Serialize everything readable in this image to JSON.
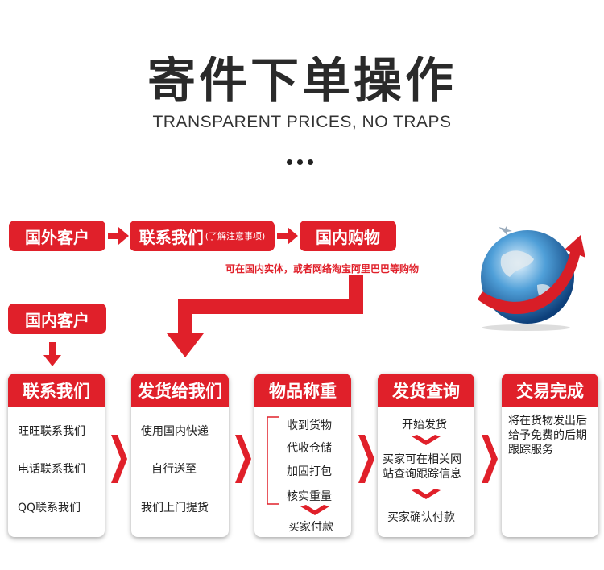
{
  "header": {
    "title": "寄件下单操作",
    "subtitle": "TRANSPARENT PRICES, NO TRAPS"
  },
  "top_flow": {
    "step1": "国外客户",
    "step2": "联系我们",
    "step2_note": "(了解注意事项)",
    "step3": "国内购物",
    "step3_note": "可在国内实体，或者网络淘宝阿里巴巴等购物",
    "domestic": "国内客户"
  },
  "cards": [
    {
      "title": "联系我们",
      "items": [
        "旺旺联系我们",
        "电话联系我们",
        "QQ联系我们"
      ]
    },
    {
      "title": "发货给我们",
      "items": [
        "使用国内快递",
        "自行送至",
        "我们上门提货"
      ]
    },
    {
      "title": "物品称重",
      "items": [
        "收到货物",
        "代收仓储",
        "加固打包",
        "核实重量",
        "买家付款"
      ]
    },
    {
      "title": "发货查询",
      "items": [
        "开始发货",
        "买家可在相关网站查询跟踪信息",
        "买家确认付款"
      ]
    },
    {
      "title": "交易完成",
      "items": [
        "将在货物发出后给予免费的后期跟踪服务"
      ]
    }
  ],
  "colors": {
    "accent": "#e0202a",
    "title": "#2a2a2a"
  },
  "icons": [
    "globe-icon",
    "arrow-right-icon",
    "arrow-down-icon",
    "chevron-right-icon"
  ]
}
